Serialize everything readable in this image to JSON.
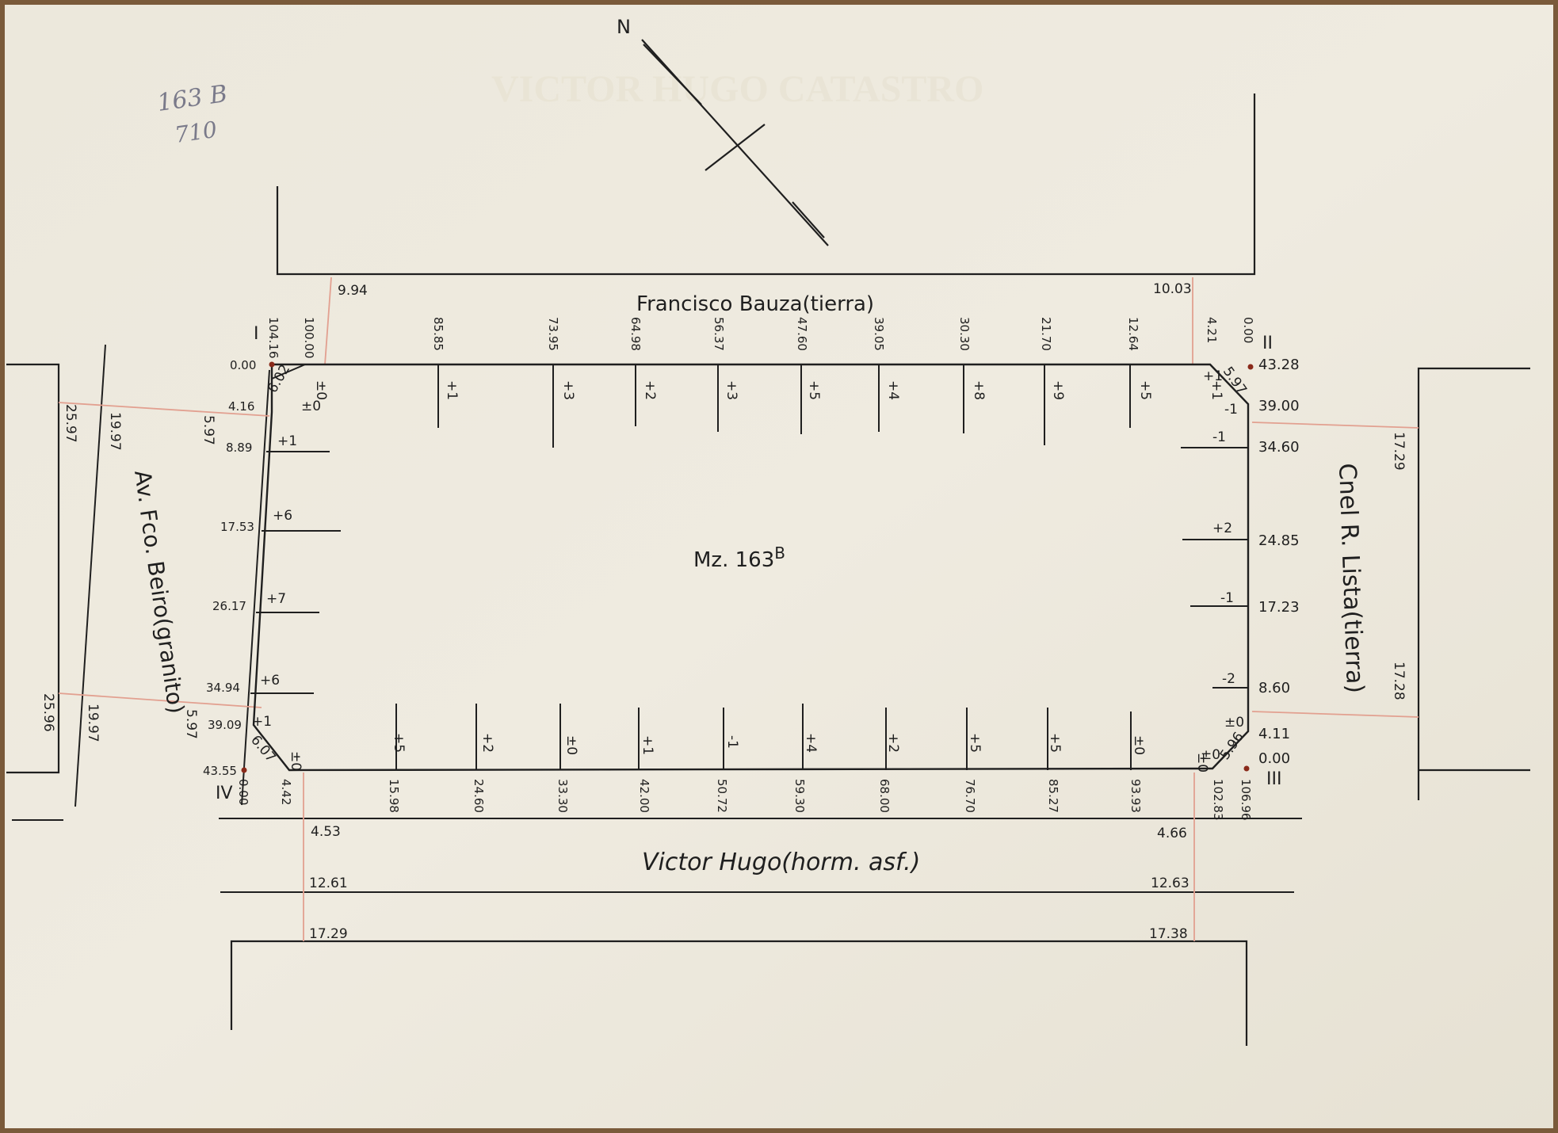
{
  "pencil_notes": [
    "163 B",
    "710"
  ],
  "north_label": "N",
  "block_label": "Mz. 163",
  "block_suffix": "B",
  "corners": {
    "I": "I",
    "II": "II",
    "III": "III",
    "IV": "IV"
  },
  "streets": {
    "top": "Francisco Bauza(tierra)",
    "bottom": "Victor Hugo(horm. asf.)",
    "left": "Av. Fco. Beiro(granito)",
    "right": "Cnel R. Lista(tierra)"
  },
  "top_side": {
    "street_width_left": "9.94",
    "street_width_right": "10.03",
    "stations": [
      "104.16",
      "100.00",
      "85.85",
      "73.95",
      "64.98",
      "56.37",
      "47.60",
      "39.05",
      "30.30",
      "21.70",
      "12.64",
      "4.21",
      "0.00"
    ],
    "levels": [
      "±0",
      "+1",
      "+3",
      "+2",
      "+3",
      "+5",
      "+4",
      "+8",
      "+9",
      "+5",
      "+1"
    ]
  },
  "bottom_side": {
    "stations": [
      "0.00",
      "4.42",
      "15.98",
      "24.60",
      "33.30",
      "42.00",
      "50.72",
      "59.30",
      "68.00",
      "76.70",
      "85.27",
      "93.93",
      "102.83",
      "106.96"
    ],
    "levels": [
      "±0",
      "+5",
      "+2",
      "±0",
      "+1",
      "-1",
      "+4",
      "+2",
      "+5",
      "+5",
      "±0",
      "±0"
    ],
    "street_width_left": "4.53",
    "street_width_right": "4.66",
    "street_offset_left": "12.61",
    "street_offset_right": "12.63",
    "opposite_left": "17.29",
    "opposite_right": "17.38"
  },
  "left_side": {
    "stations": [
      "0.00",
      "4.16",
      "8.89",
      "17.53",
      "26.17",
      "34.94",
      "39.09",
      "43.55"
    ],
    "levels": [
      "±0",
      "+1",
      "+6",
      "+7",
      "+6",
      "+1"
    ],
    "chamfer_top": "6.02",
    "chamfer_bottom": "6.07",
    "width_top": "5.97",
    "width_bottom": "5.97",
    "road_width_top": "19.97",
    "road_width_bottom": "19.97",
    "opposite_top": "25.97",
    "opposite_bottom": "25.96"
  },
  "right_side": {
    "stations": [
      "43.28",
      "39.00",
      "34.60",
      "24.85",
      "17.23",
      "8.60",
      "4.11",
      "0.00"
    ],
    "levels": [
      "+1",
      "-1",
      "-1",
      "+2",
      "-1",
      "-2",
      "±0",
      "±0"
    ],
    "chamfer_top": "5.97",
    "chamfer_bottom": "5.96",
    "opposite_top": "17.29",
    "opposite_bottom": "17.28"
  }
}
